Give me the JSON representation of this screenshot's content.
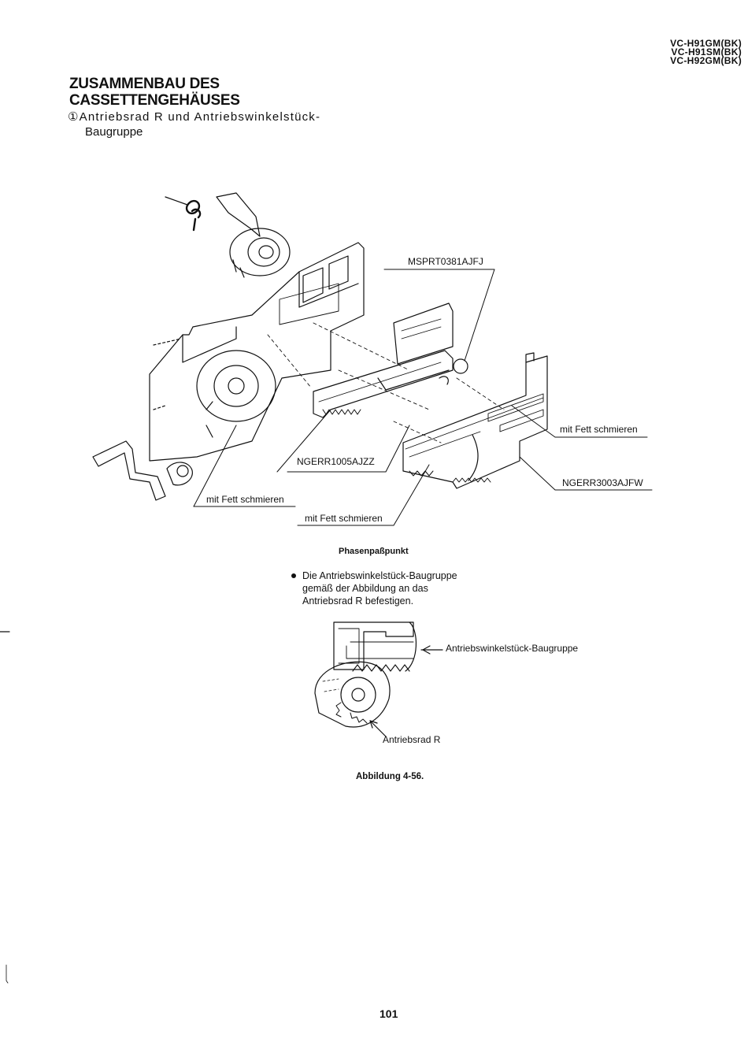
{
  "header": {
    "models": [
      "VC-H91GM(BK)",
      "VC-H91SM(BK)",
      "VC-H92GM(BK)"
    ]
  },
  "section": {
    "title_lines": [
      "ZUSAMMENBAU DES",
      "CASSETTENGEHÄUSES"
    ],
    "subtitle_line1": "①Antriebsrad R und Antriebswinkelstück-",
    "subtitle_line2": "Baugruppe"
  },
  "figure_main": {
    "part_spring": "MSPRT0381AJFJ",
    "part_gear": "NGERR1005AJZZ",
    "part_rack": "NGERR3003AJFW",
    "grease_right": "mit Fett schmieren",
    "grease_left": "mit Fett schmieren",
    "grease_bottom": "mit Fett schmieren"
  },
  "phase": {
    "heading": "Phasenpaßpunkt",
    "bullet_lines": [
      "Die Antriebswinkelstück-Baugruppe",
      "gemäß der Abbildung an das",
      "Antriebsrad R befestigen."
    ]
  },
  "figure_detail": {
    "label_assembly": "Antriebswinkelstück-Baugruppe",
    "label_gear": "Antriebsrad R"
  },
  "caption": "Abbildung 4-56.",
  "page_number": "101"
}
